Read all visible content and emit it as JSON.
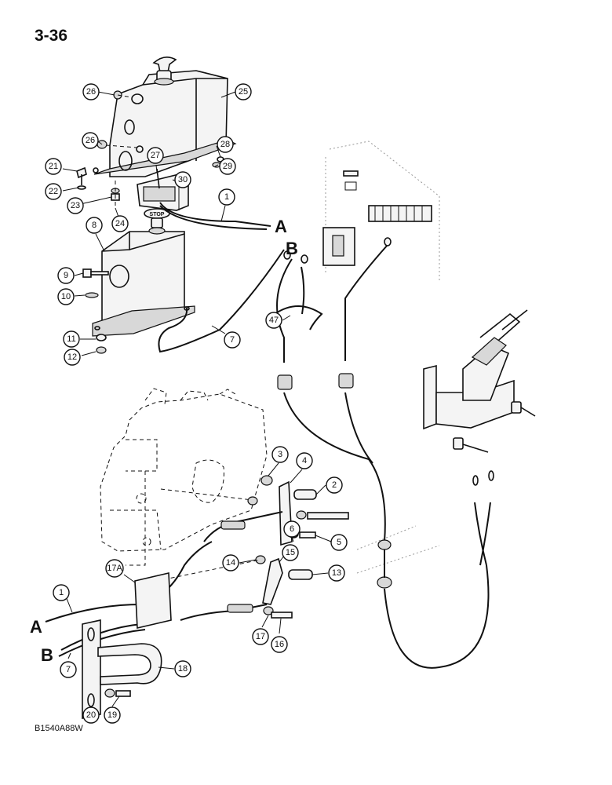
{
  "page_number": "3-36",
  "figure_code": "B1540A88W",
  "knob_label": "STOP",
  "connector_letters": [
    "A",
    "B",
    "A",
    "B"
  ],
  "callouts": [
    "26",
    "25",
    "26",
    "28",
    "27",
    "29",
    "21",
    "30",
    "22",
    "1",
    "23",
    "24",
    "8",
    "9",
    "10",
    "7",
    "11",
    "12",
    "47",
    "3",
    "4",
    "2",
    "5",
    "6",
    "14",
    "15",
    "13",
    "17A",
    "1",
    "17",
    "16",
    "7",
    "18",
    "20",
    "19"
  ]
}
